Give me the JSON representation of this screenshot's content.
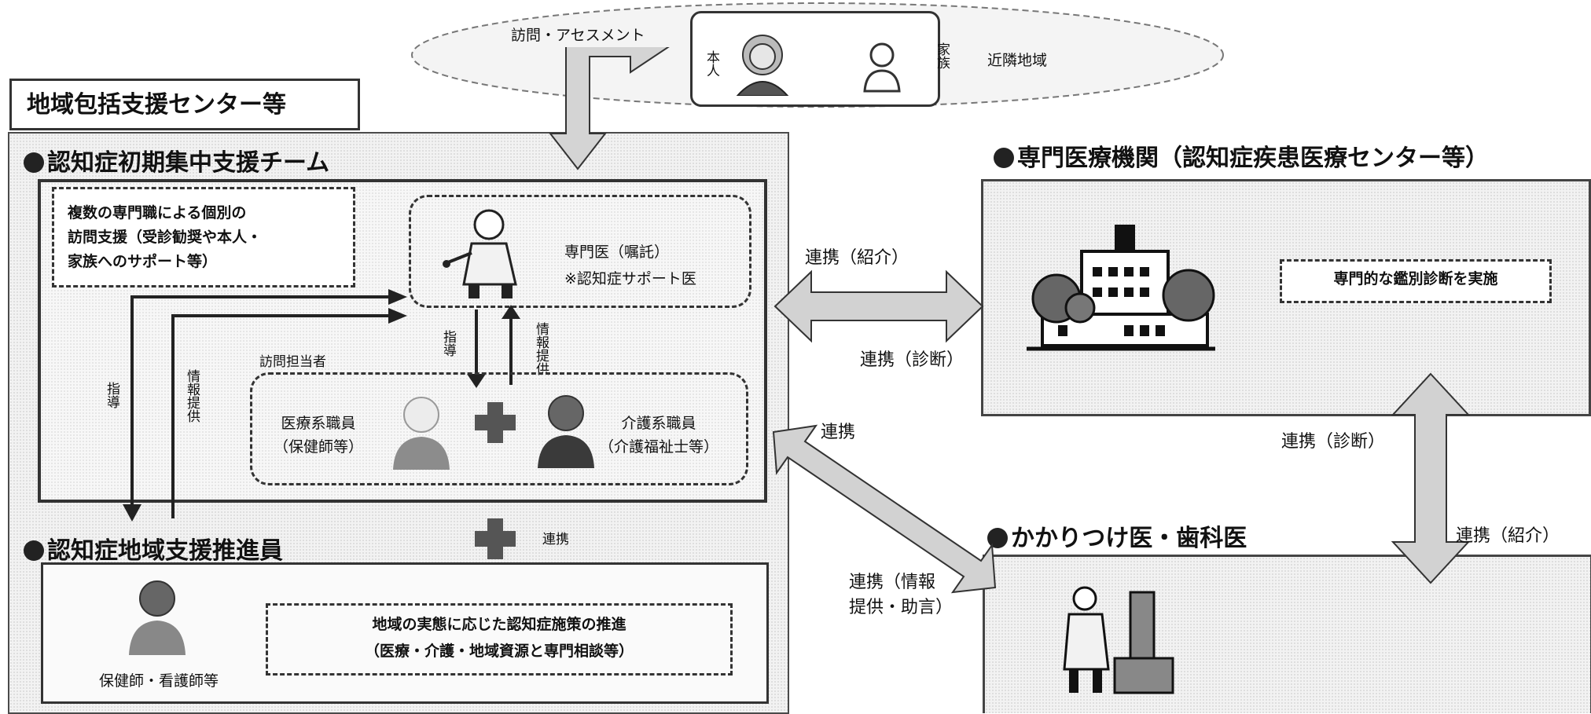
{
  "top": {
    "visit_label": "訪問・アセスメント",
    "patient_label": "本人",
    "family_label": "家族",
    "neighborhood_label": "近隣地域"
  },
  "center": {
    "title": "地域包括支援センター等"
  },
  "team": {
    "title": "認知症初期集中支援チーム",
    "description": [
      "複数の専門職による個別の",
      "訪問支援（受診勧奨や本人・",
      "家族へのサポート等）"
    ],
    "doctor_label": "専門医（嘱託）",
    "doctor_note": "※認知症サポート医",
    "guidance_label": "指導",
    "info_label": "情報提供",
    "visitor_label": "訪問担当者",
    "medical_staff": [
      "医療系職員",
      "（保健師等）"
    ],
    "care_staff": [
      "介護系職員",
      "（介護福祉士等）"
    ],
    "left_guidance": "指導",
    "left_info": "情報提供"
  },
  "promoter": {
    "title": "認知症地域支援推進員",
    "link_label": "連携",
    "person_label": "保健師・看護師等",
    "policy": [
      "地域の実態に応じた認知症施策の推進",
      "（医療・介護・地域資源と専門相談等）"
    ]
  },
  "specialist": {
    "title": "専門医療機関（認知症疾患医療センター等）",
    "box_text": "専門的な鑑別診断を実施",
    "link_referral": "連携（紹介）",
    "link_diagnosis": "連携（診断）"
  },
  "gp": {
    "title": "かかりつけ医・歯科医",
    "link": "連携",
    "link_info": [
      "連携（情報",
      "提供・助言）"
    ],
    "link_diagnosis_right": "連携（診断）",
    "link_referral_right": "連携（紹介）"
  }
}
